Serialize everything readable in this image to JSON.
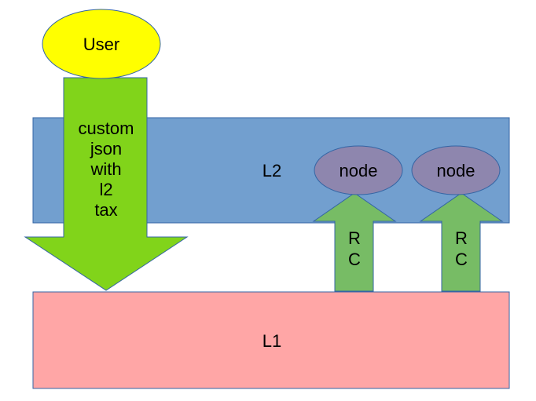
{
  "diagram": {
    "user_label": "User",
    "main_arrow_lines": [
      "custom",
      "json",
      "with",
      "l2",
      "tax"
    ],
    "l2_label": "L2",
    "l1_label": "L1",
    "nodes": [
      {
        "label": "node",
        "arrow_lines": [
          "R",
          "C"
        ]
      },
      {
        "label": "node",
        "arrow_lines": [
          "R",
          "C"
        ]
      }
    ]
  },
  "colors": {
    "user_fill": "#ffff00",
    "l2_fill": "#729fcf",
    "l1_fill": "#ffa6a6",
    "main_arrow_fill": "#81d41a",
    "rc_arrow_fill": "#77bc65",
    "node_fill": "#8e86ae"
  }
}
